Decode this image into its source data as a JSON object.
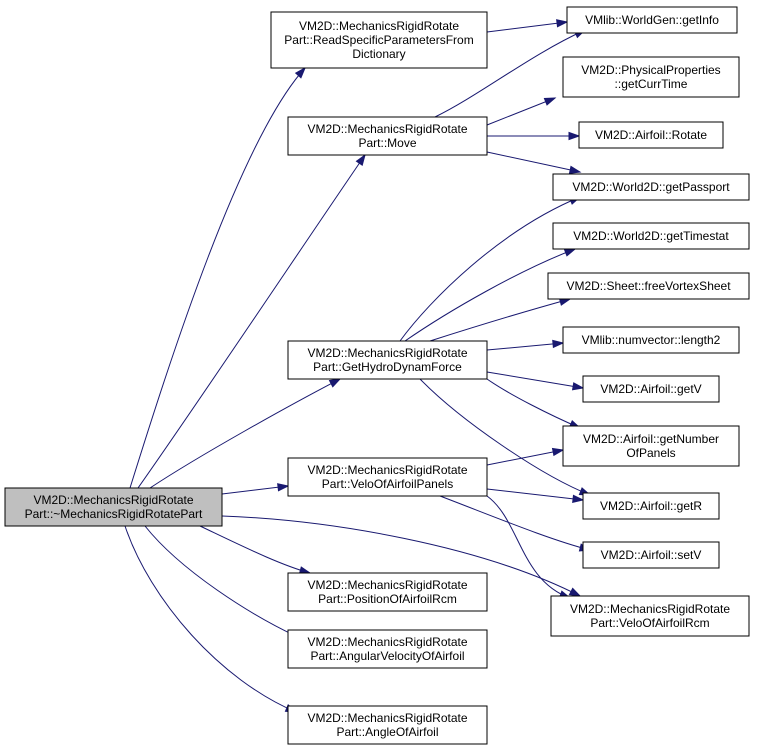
{
  "colors": {
    "edge": "#191970",
    "root_fill": "#bfbfbf",
    "node_fill": "#ffffff",
    "node_border": "#000000"
  },
  "nodes": {
    "root": [
      "VM2D::MechanicsRigidRotate",
      "Part::~MechanicsRigidRotatePart"
    ],
    "read_params": [
      "VM2D::MechanicsRigidRotate",
      "Part::ReadSpecificParametersFrom",
      "Dictionary"
    ],
    "move": [
      "VM2D::MechanicsRigidRotate",
      "Part::Move"
    ],
    "get_hydro": [
      "VM2D::MechanicsRigidRotate",
      "Part::GetHydroDynamForce"
    ],
    "velo_panels": [
      "VM2D::MechanicsRigidRotate",
      "Part::VeloOfAirfoilPanels"
    ],
    "position_rcm": [
      "VM2D::MechanicsRigidRotate",
      "Part::PositionOfAirfoilRcm"
    ],
    "angular_velocity": [
      "VM2D::MechanicsRigidRotate",
      "Part::AngularVelocityOfAirfoil"
    ],
    "angle": [
      "VM2D::MechanicsRigidRotate",
      "Part::AngleOfAirfoil"
    ],
    "get_info": [
      "VMlib::WorldGen::getInfo"
    ],
    "curr_time": [
      "VM2D::PhysicalProperties",
      "::getCurrTime"
    ],
    "rotate": [
      "VM2D::Airfoil::Rotate"
    ],
    "get_passport": [
      "VM2D::World2D::getPassport"
    ],
    "get_timestat": [
      "VM2D::World2D::getTimestat"
    ],
    "free_vortex": [
      "VM2D::Sheet::freeVortexSheet"
    ],
    "length2": [
      "VMlib::numvector::length2"
    ],
    "get_v": [
      "VM2D::Airfoil::getV"
    ],
    "get_number_panels": [
      "VM2D::Airfoil::getNumber",
      "OfPanels"
    ],
    "get_r": [
      "VM2D::Airfoil::getR"
    ],
    "set_v": [
      "VM2D::Airfoil::setV"
    ],
    "velo_rcm": [
      "VM2D::MechanicsRigidRotate",
      "Part::VeloOfAirfoilRcm"
    ]
  }
}
